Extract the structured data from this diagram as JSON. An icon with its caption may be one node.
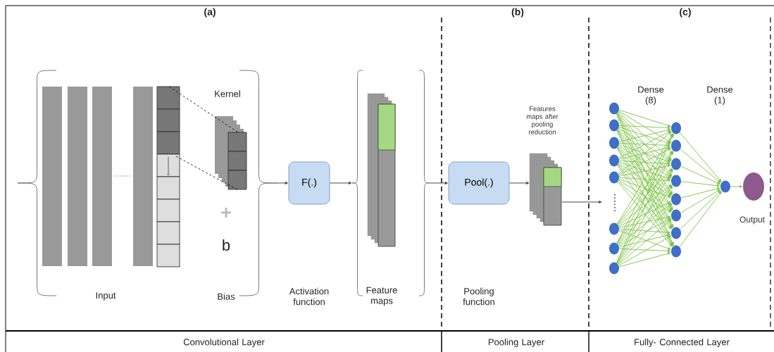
{
  "diagram": {
    "nodes": [
      {
        "text": [],
        "shape": "picture"
      },
      {
        "text": [
          "F(.)"
        ]
      },
      {
        "text": [],
        "shape": "picture"
      },
      {
        "text": [
          "Pool(.)"
        ]
      },
      {
        "text": [],
        "shape": "picture",
        "beside": [
          "Features maps after pooling reduction"
        ]
      },
      {
        "text": [],
        "shape": "circle"
      },
      {
        "text": [],
        "shape": "circle"
      },
      {
        "text": [],
        "shape": "circle"
      },
      {
        "text": [],
        "shape": "circle"
      },
      {
        "text": [],
        "shape": "circle"
      },
      {
        "text": [],
        "shape": "circle"
      },
      {
        "text": [],
        "shape": "circle"
      },
      {
        "text": [],
        "shape": "circle"
      },
      {
        "text": [],
        "shape": "circle"
      },
      {
        "text": [],
        "shape": "circle"
      },
      {
        "text": [],
        "shape": "circle"
      },
      {
        "text": [],
        "shape": "circle"
      },
      {
        "text": [],
        "shape": "circle"
      },
      {
        "text": [],
        "shape": "circle"
      },
      {
        "text": [],
        "shape": "circle"
      },
      {
        "text": [],
        "shape": "circle"
      },
      {
        "text": [],
        "shape": "circle"
      },
      {
        "text": [],
        "shape": "circle",
        "beside": [
          "Output"
        ]
      }
    ],
    "edges": [
      {
        "from": 0,
        "to": 1,
        "arrow": "to",
        "color": "#333333"
      },
      {
        "from": 1,
        "to": 2,
        "arrow": "to",
        "color": "#333333"
      },
      {
        "from": 2,
        "to": 3,
        "arrow": "to",
        "color": "#333333"
      },
      {
        "from": 3,
        "to": 4,
        "arrow": "to",
        "color": "#333333"
      },
      {
        "from": 4,
        "to": null,
        "arrow": "to",
        "color": "#333333"
      },
      {
        "from": 5,
        "to": 13,
        "arrow": "to"
      },
      {
        "from": 5,
        "to": 14,
        "arrow": "to"
      },
      {
        "from": 5,
        "to": 15,
        "arrow": "to"
      },
      {
        "from": 5,
        "to": 16,
        "arrow": "to"
      },
      {
        "from": 5,
        "to": 17,
        "arrow": "to"
      },
      {
        "from": 5,
        "to": 18,
        "arrow": "to"
      },
      {
        "from": 5,
        "to": 19,
        "arrow": "to"
      },
      {
        "from": 5,
        "to": 20,
        "arrow": "to"
      },
      {
        "from": 6,
        "to": 13,
        "arrow": "to"
      },
      {
        "from": 6,
        "to": 14,
        "arrow": "to"
      },
      {
        "from": 6,
        "to": 15,
        "arrow": "to"
      },
      {
        "from": 6,
        "to": 16,
        "arrow": "to"
      },
      {
        "from": 6,
        "to": 17,
        "arrow": "to"
      },
      {
        "from": 6,
        "to": 18,
        "arrow": "to"
      },
      {
        "from": 6,
        "to": 19,
        "arrow": "to"
      },
      {
        "from": 6,
        "to": 20,
        "arrow": "to"
      },
      {
        "from": 7,
        "to": 13,
        "arrow": "to"
      },
      {
        "from": 7,
        "to": 14,
        "arrow": "to"
      },
      {
        "from": 7,
        "to": 15,
        "arrow": "to"
      },
      {
        "from": 7,
        "to": 16,
        "arrow": "to"
      },
      {
        "from": 7,
        "to": 17,
        "arrow": "to"
      },
      {
        "from": 7,
        "to": 18,
        "arrow": "to"
      },
      {
        "from": 7,
        "to": 19,
        "arrow": "to"
      },
      {
        "from": 7,
        "to": 20,
        "arrow": "to"
      },
      {
        "from": 8,
        "to": 13,
        "arrow": "to"
      },
      {
        "from": 8,
        "to": 14,
        "arrow": "to"
      },
      {
        "from": 8,
        "to": 15,
        "arrow": "to"
      },
      {
        "from": 8,
        "to": 16,
        "arrow": "to"
      },
      {
        "from": 8,
        "to": 17,
        "arrow": "to"
      },
      {
        "from": 8,
        "to": 18,
        "arrow": "to"
      },
      {
        "from": 8,
        "to": 19,
        "arrow": "to"
      },
      {
        "from": 8,
        "to": 20,
        "arrow": "to"
      },
      {
        "from": 9,
        "to": 13,
        "arrow": "to"
      },
      {
        "from": 9,
        "to": 14,
        "arrow": "to"
      },
      {
        "from": 9,
        "to": 15,
        "arrow": "to"
      },
      {
        "from": 9,
        "to": 16,
        "arrow": "to"
      },
      {
        "from": 9,
        "to": 17,
        "arrow": "to"
      },
      {
        "from": 9,
        "to": 18,
        "arrow": "to"
      },
      {
        "from": 9,
        "to": 19,
        "arrow": "to"
      },
      {
        "from": 9,
        "to": 20,
        "arrow": "to"
      },
      {
        "from": 10,
        "to": 13,
        "arrow": "to"
      },
      {
        "from": 10,
        "to": 14,
        "arrow": "to"
      },
      {
        "from": 10,
        "to": 15,
        "arrow": "to"
      },
      {
        "from": 10,
        "to": 16,
        "arrow": "to"
      },
      {
        "from": 10,
        "to": 17,
        "arrow": "to"
      },
      {
        "from": 10,
        "to": 18,
        "arrow": "to"
      },
      {
        "from": 10,
        "to": 19,
        "arrow": "to"
      },
      {
        "from": 10,
        "to": 20,
        "arrow": "to"
      },
      {
        "from": 11,
        "to": 13,
        "arrow": "to"
      },
      {
        "from": 11,
        "to": 14,
        "arrow": "to"
      },
      {
        "from": 11,
        "to": 15,
        "arrow": "to"
      },
      {
        "from": 11,
        "to": 16,
        "arrow": "to"
      },
      {
        "from": 11,
        "to": 17,
        "arrow": "to"
      },
      {
        "from": 11,
        "to": 18,
        "arrow": "to"
      },
      {
        "from": 11,
        "to": 19,
        "arrow": "to"
      },
      {
        "from": 11,
        "to": 20,
        "arrow": "to"
      },
      {
        "from": 12,
        "to": 13,
        "arrow": "to"
      },
      {
        "from": 12,
        "to": 14,
        "arrow": "to"
      },
      {
        "from": 12,
        "to": 15,
        "arrow": "to"
      },
      {
        "from": 12,
        "to": 16,
        "arrow": "to"
      },
      {
        "from": 12,
        "to": 17,
        "arrow": "to"
      },
      {
        "from": 12,
        "to": 18,
        "arrow": "to"
      },
      {
        "from": 12,
        "to": 19,
        "arrow": "to"
      },
      {
        "from": 12,
        "to": 20,
        "arrow": "to"
      },
      {
        "from": 13,
        "to": 21,
        "arrow": "to"
      },
      {
        "from": 14,
        "to": 21,
        "arrow": "to"
      },
      {
        "from": 15,
        "to": 21,
        "arrow": "to"
      },
      {
        "from": 16,
        "to": 21,
        "arrow": "to"
      },
      {
        "from": 17,
        "to": 21,
        "arrow": "to"
      },
      {
        "from": 18,
        "to": 21,
        "arrow": "to"
      },
      {
        "from": 19,
        "to": 21,
        "arrow": "to"
      },
      {
        "from": 20,
        "to": 21,
        "arrow": "to"
      },
      {
        "from": 21,
        "to": 22,
        "arrow": "to"
      }
    ],
    "labels": [
      "(a)",
      "(b)",
      "(c)",
      "Kernel",
      "Dense (8)",
      "Dense (1)",
      "b",
      "Input",
      "Bias",
      "Activation function",
      "Feature maps",
      "Pooling function",
      "Convolutional Layer",
      "Pooling Layer",
      "Fully- Connected Layer"
    ]
  }
}
